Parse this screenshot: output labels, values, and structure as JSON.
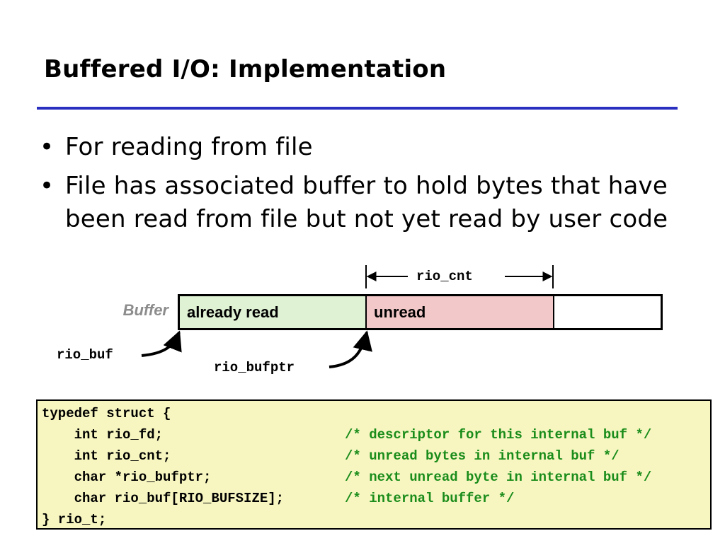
{
  "title": "Buffered I/O: Implementation",
  "bullets": [
    "For reading from file",
    "File has associated buffer to hold bytes that have been read from file but not yet read by user code"
  ],
  "bullet_glyph": "•",
  "diagram": {
    "buffer_label": "Buffer",
    "cells": [
      "already read",
      "unread",
      ""
    ],
    "rio_cnt": "rio_cnt",
    "rio_buf": "rio_buf",
    "rio_bufptr": "rio_bufptr",
    "colors": {
      "read": "#dff2d4",
      "unread": "#f2c9c8",
      "rule": "#2b2fbf",
      "code_bg": "#f7f6c1",
      "comment": "#1a8c1a"
    }
  },
  "code": [
    {
      "code": "typedef struct {",
      "comment": ""
    },
    {
      "code": "    int rio_fd;",
      "comment": "/* descriptor for this internal buf */"
    },
    {
      "code": "    int rio_cnt;",
      "comment": "/* unread bytes in internal buf */"
    },
    {
      "code": "    char *rio_bufptr;",
      "comment": "/* next unread byte in internal buf */"
    },
    {
      "code": "    char rio_buf[RIO_BUFSIZE];",
      "comment": "/* internal buffer */"
    },
    {
      "code": "} rio_t;",
      "comment": ""
    }
  ]
}
